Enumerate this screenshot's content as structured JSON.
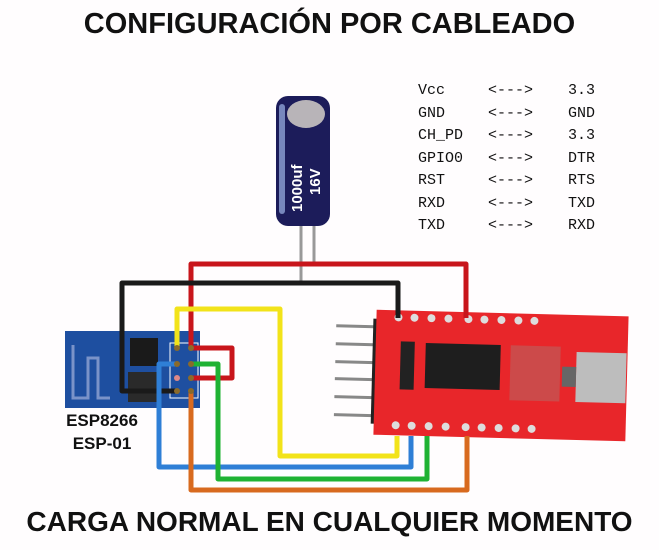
{
  "title": "CONFIGURACIÓN POR CABLEADO",
  "footer": "CARGA NORMAL EN CUALQUIER MOMENTO",
  "capacitor": {
    "value": "1000uf",
    "voltage": "16V"
  },
  "module": {
    "name": "ESP8266",
    "model": "ESP-01"
  },
  "pin_map": [
    {
      "esp": "Vcc",
      "arrow": "<--->",
      "ftdi": "3.3"
    },
    {
      "esp": "GND",
      "arrow": "<--->",
      "ftdi": "GND"
    },
    {
      "esp": "CH_PD",
      "arrow": "<--->",
      "ftdi": "3.3"
    },
    {
      "esp": "GPIO0",
      "arrow": "<--->",
      "ftdi": "DTR"
    },
    {
      "esp": "RST",
      "arrow": "<--->",
      "ftdi": "RTS"
    },
    {
      "esp": "RXD",
      "arrow": "<--->",
      "ftdi": "TXD"
    },
    {
      "esp": "TXD",
      "arrow": "<--->",
      "ftdi": "RXD"
    }
  ],
  "wire_colors": {
    "vcc": "#c8151b",
    "gnd": "#1a1a1a",
    "rx": "#f2e31a",
    "tx": "#2f7fd6",
    "gpio0": "#1fb233",
    "rst": "#d86a1f"
  }
}
